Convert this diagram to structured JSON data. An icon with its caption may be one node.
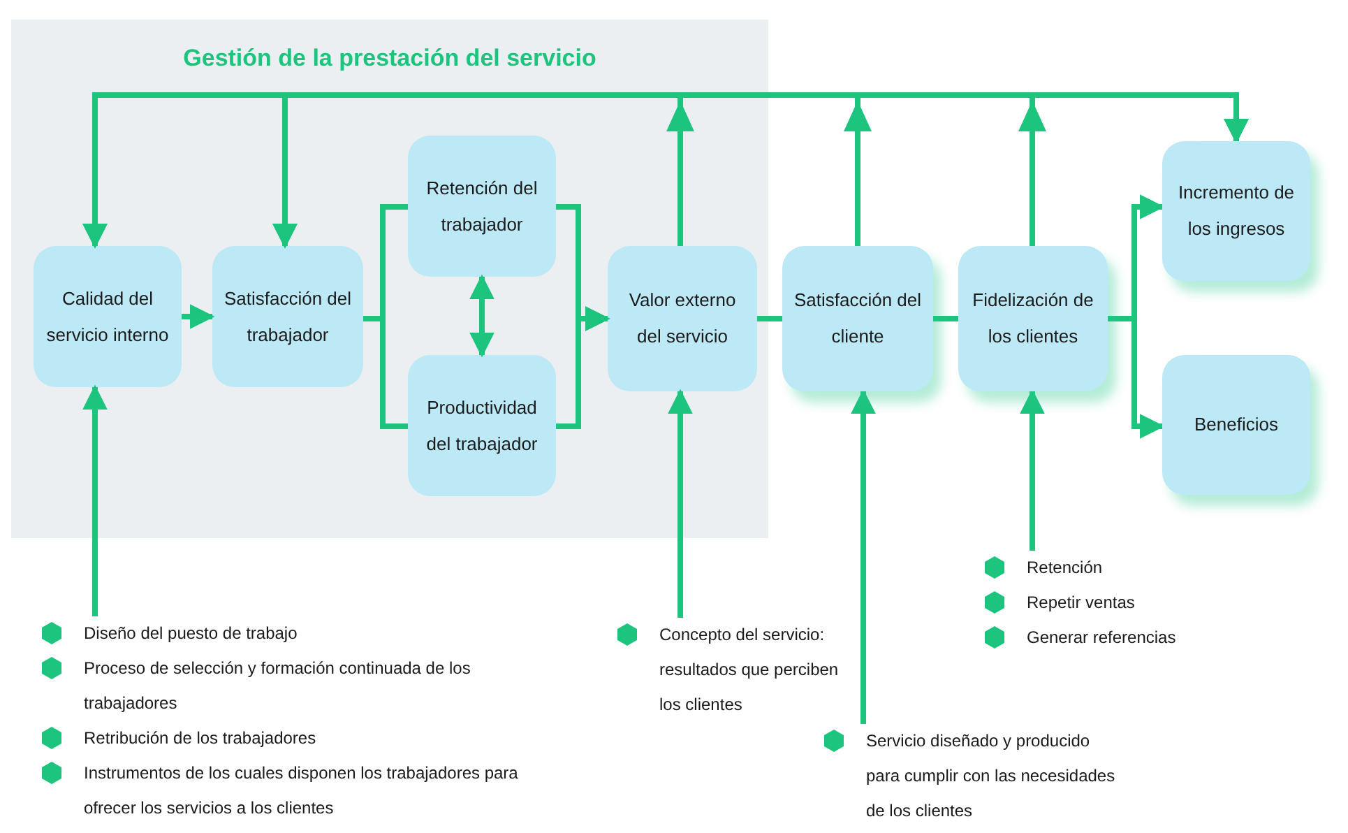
{
  "diagram": {
    "nodes": [
      {
        "text": [
          "Gestión de la prestación del servicio"
        ]
      },
      {
        "text": [
          "Calidad del servicio interno"
        ],
        "in": 0
      },
      {
        "text": [
          "Satisfacción del trabajador"
        ],
        "in": 0
      },
      {
        "text": [
          "Retención del trabajador"
        ],
        "in": 0
      },
      {
        "text": [
          "Productividad del trabajador"
        ],
        "in": 0
      },
      {
        "text": [
          "Valor externo del servicio"
        ],
        "in": 0
      },
      {
        "text": [
          "Satisfacción del cliente"
        ]
      },
      {
        "text": [
          "Fidelización de los clientes"
        ]
      },
      {
        "text": [
          "Incremento de los ingresos"
        ]
      },
      {
        "text": [
          "Beneficios"
        ]
      },
      {
        "text": [
          "Diseño del puesto de trabajo",
          "Proceso de selección y formación continuada de los trabajadores",
          "Retribución de los trabajadores",
          "Instrumentos de los cuales disponen los trabajadores para ofrecer los servicios a los clientes"
        ]
      },
      {
        "text": [
          "Concepto del servicio: resultados que perciben los clientes"
        ]
      },
      {
        "text": [
          "Servicio diseñado y producido para cumplir con las necesidades de los clientes"
        ]
      },
      {
        "text": [
          "Retención",
          "Repetir ventas",
          "Generar referencias"
        ]
      }
    ],
    "edges": [
      {
        "from": 5,
        "to": 1,
        "arrow": "to"
      },
      {
        "from": 5,
        "to": 2,
        "arrow": "to"
      },
      {
        "from": 5,
        "to": 8,
        "arrow": "to"
      },
      {
        "from": 6,
        "to": 1,
        "arrow": "to"
      },
      {
        "from": 6,
        "to": 2,
        "arrow": "to"
      },
      {
        "from": 6,
        "to": 8,
        "arrow": "to"
      },
      {
        "from": 7,
        "to": 1,
        "arrow": "to"
      },
      {
        "from": 7,
        "to": 2,
        "arrow": "to"
      },
      {
        "from": 7,
        "to": 8,
        "arrow": "to"
      },
      {
        "from": 1,
        "to": 2,
        "arrow": "to"
      },
      {
        "from": 2,
        "to": 3,
        "arrow": "none"
      },
      {
        "from": 2,
        "to": 4,
        "arrow": "none"
      },
      {
        "from": 3,
        "to": 4,
        "arrow": "both"
      },
      {
        "from": 3,
        "to": 5,
        "arrow": "to"
      },
      {
        "from": 4,
        "to": 5,
        "arrow": "to"
      },
      {
        "from": 5,
        "to": 6,
        "arrow": "none"
      },
      {
        "from": 6,
        "to": 7,
        "arrow": "none"
      },
      {
        "from": 7,
        "to": 8,
        "arrow": "to"
      },
      {
        "from": 7,
        "to": 9,
        "arrow": "to"
      },
      {
        "from": 10,
        "to": 1,
        "arrow": "to"
      },
      {
        "from": 11,
        "to": 5,
        "arrow": "to"
      },
      {
        "from": 12,
        "to": 6,
        "arrow": "to"
      },
      {
        "from": 13,
        "to": 7,
        "arrow": "to"
      }
    ]
  }
}
